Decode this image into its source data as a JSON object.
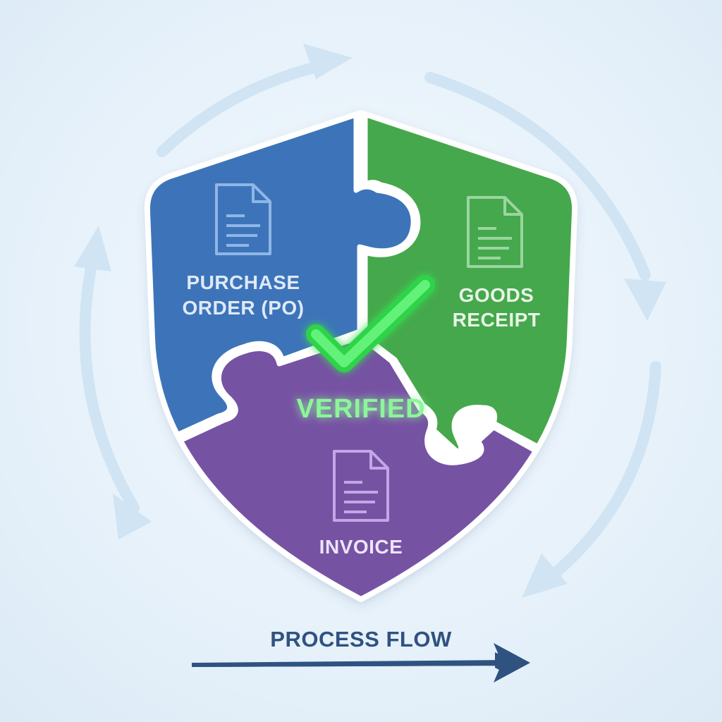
{
  "diagram": {
    "pieces": {
      "po": {
        "line1": "PURCHASE",
        "line2": "ORDER (PO)",
        "icon": "document-icon",
        "color": "#3d74b9"
      },
      "gr": {
        "line1": "GOODS",
        "line2": "RECEIPT",
        "icon": "document-icon",
        "color": "#45a84c"
      },
      "inv": {
        "label": "INVOICE",
        "icon": "document-icon",
        "color": "#7652a3"
      }
    },
    "center": {
      "label": "VERIFIED",
      "icon": "checkmark-icon",
      "color": "#3be04e"
    },
    "flow": {
      "label": "PROCESS FLOW",
      "color": "#2f5281"
    },
    "cycle_arrow_color": "#cfe3f3"
  }
}
